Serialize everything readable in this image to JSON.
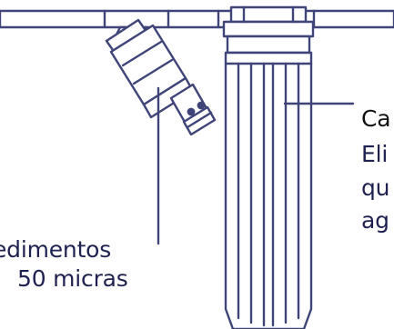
{
  "labels": {
    "sediment_line_1": "edimentos",
    "sediment_line_2": "50 micras",
    "cartridge_line_1": "Ca",
    "cartridge_line_2": "Eli",
    "cartridge_line_3": "qu",
    "cartridge_line_4": "ag"
  },
  "colors": {
    "outline": "#3f4578",
    "text": "#1f2250",
    "background": "#ffffff"
  }
}
